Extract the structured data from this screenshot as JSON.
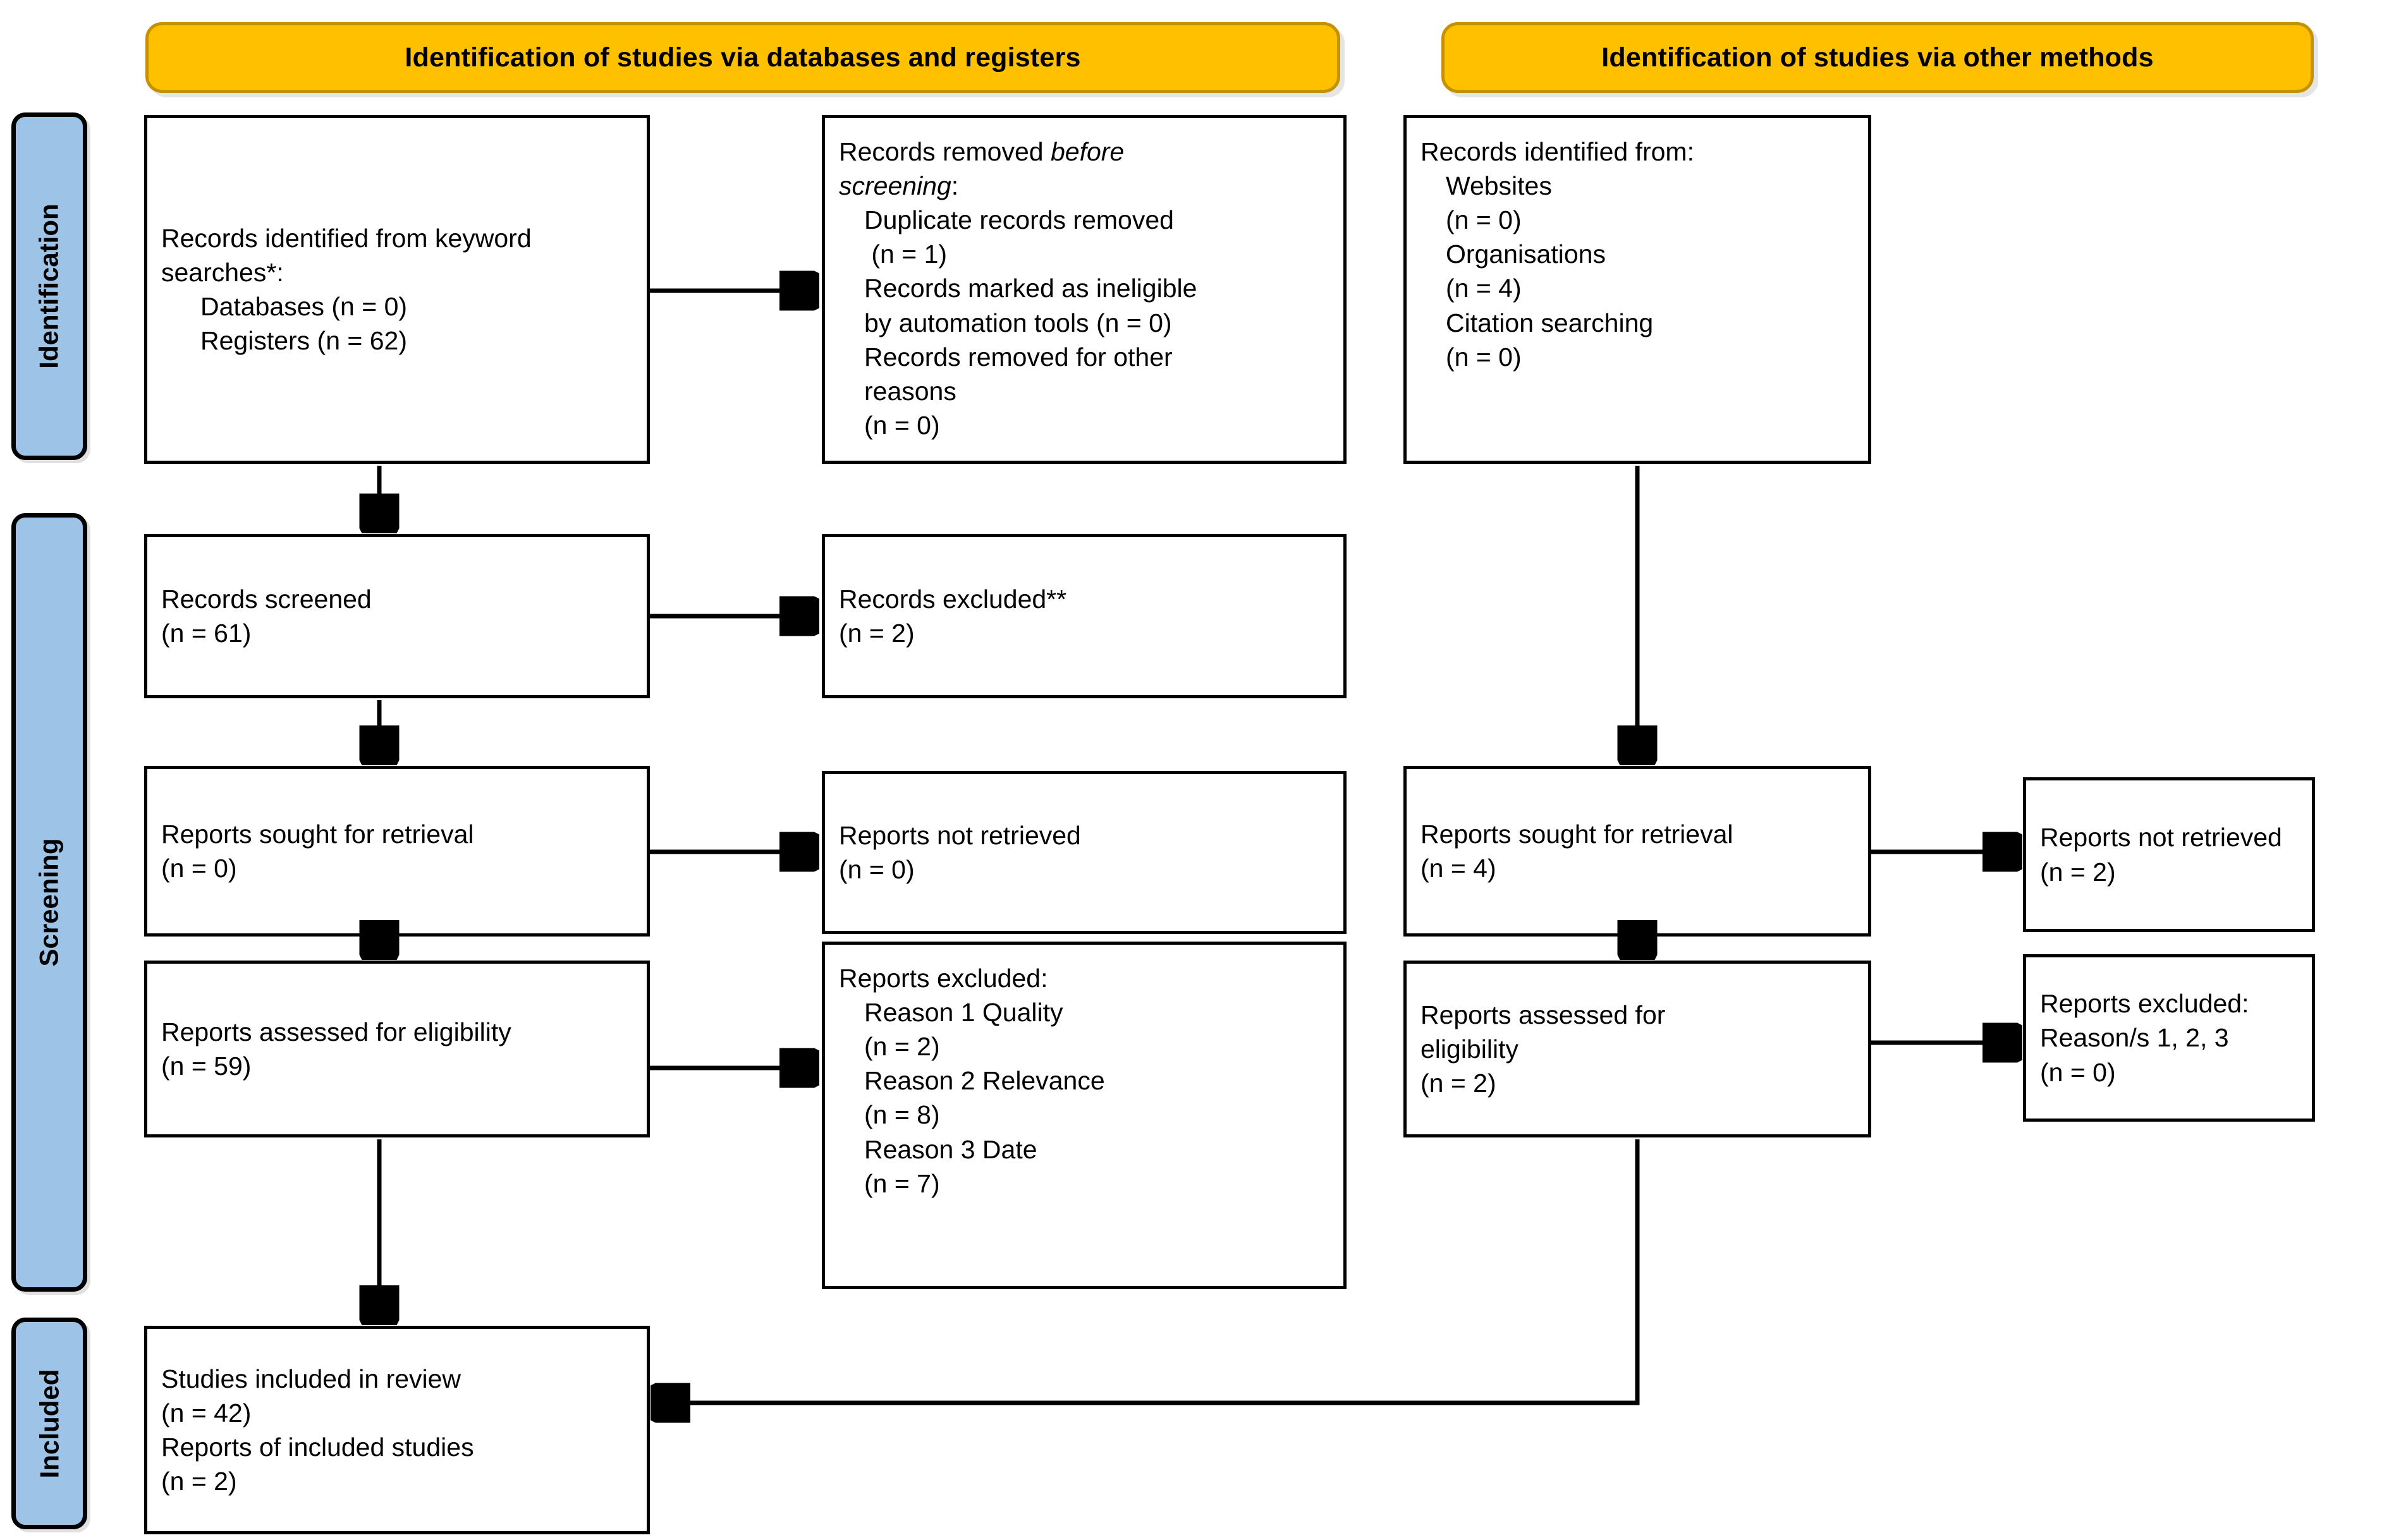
{
  "colors": {
    "header_fill": "#FFC000",
    "header_border": "#C69100",
    "stage_fill": "#9DC3E6",
    "line": "#000000",
    "box_fill": "#FFFFFF"
  },
  "headers": {
    "databases": "Identification of studies via databases and registers",
    "other": "Identification of studies via other methods"
  },
  "stages": {
    "identification": "Identification",
    "screening": "Screening",
    "included": "Included"
  },
  "boxes": {
    "records_identified": {
      "line1": "Records identified from keyword",
      "line2": "searches*:",
      "line3": "Databases (n = 0)",
      "line4": "Registers (n = 62)"
    },
    "records_removed": {
      "line1a": "Records removed ",
      "line1b": "before",
      "line2a": "screening",
      "line2b": ":",
      "line3": "Duplicate records removed",
      "line4": " (n = 1)",
      "line5": "Records marked as ineligible",
      "line6": "by automation tools (n = 0)",
      "line7": "Records removed for other",
      "line8": "reasons",
      "line9": "(n = 0)"
    },
    "records_screened": {
      "line1": "Records screened",
      "line2": "(n = 61)"
    },
    "records_excluded": {
      "line1": "Records excluded**",
      "line2": "(n = 2)"
    },
    "reports_sought_left": {
      "line1": "Reports sought for retrieval",
      "line2": "(n = 0)"
    },
    "reports_not_retrieved_left": {
      "line1": "Reports not retrieved",
      "line2": "(n = 0)"
    },
    "reports_assessed_left": {
      "line1": "Reports assessed for eligibility",
      "line2": "(n = 59)"
    },
    "reports_excluded_left": {
      "line1": "Reports excluded:",
      "line2": "Reason 1 Quality",
      "line3": "(n = 2)",
      "line4": "Reason 2 Relevance",
      "line5": "(n = 8)",
      "line6": "Reason 3 Date",
      "line7": "(n = 7)"
    },
    "studies_included": {
      "line1": "Studies included in review",
      "line2": "(n = 42)",
      "line3": "Reports of included studies",
      "line4": "(n = 2)"
    },
    "records_identified_other": {
      "line1": "Records identified from:",
      "line2": "Websites",
      "line3": "(n = 0)",
      "line4": "Organisations",
      "line5": "(n = 4)",
      "line6": "Citation searching",
      "line7": "(n = 0)"
    },
    "reports_sought_right": {
      "line1": "Reports sought for retrieval",
      "line2": "(n = 4)"
    },
    "reports_not_retrieved_right": {
      "line1": "Reports not retrieved",
      "line2": "(n = 2)"
    },
    "reports_assessed_right": {
      "line1": "Reports assessed for",
      "line2": "eligibility",
      "line3": "(n = 2)"
    },
    "reports_excluded_right": {
      "line1": "Reports excluded:",
      "line2": "Reason/s 1, 2, 3",
      "line3": "(n = 0)"
    }
  }
}
